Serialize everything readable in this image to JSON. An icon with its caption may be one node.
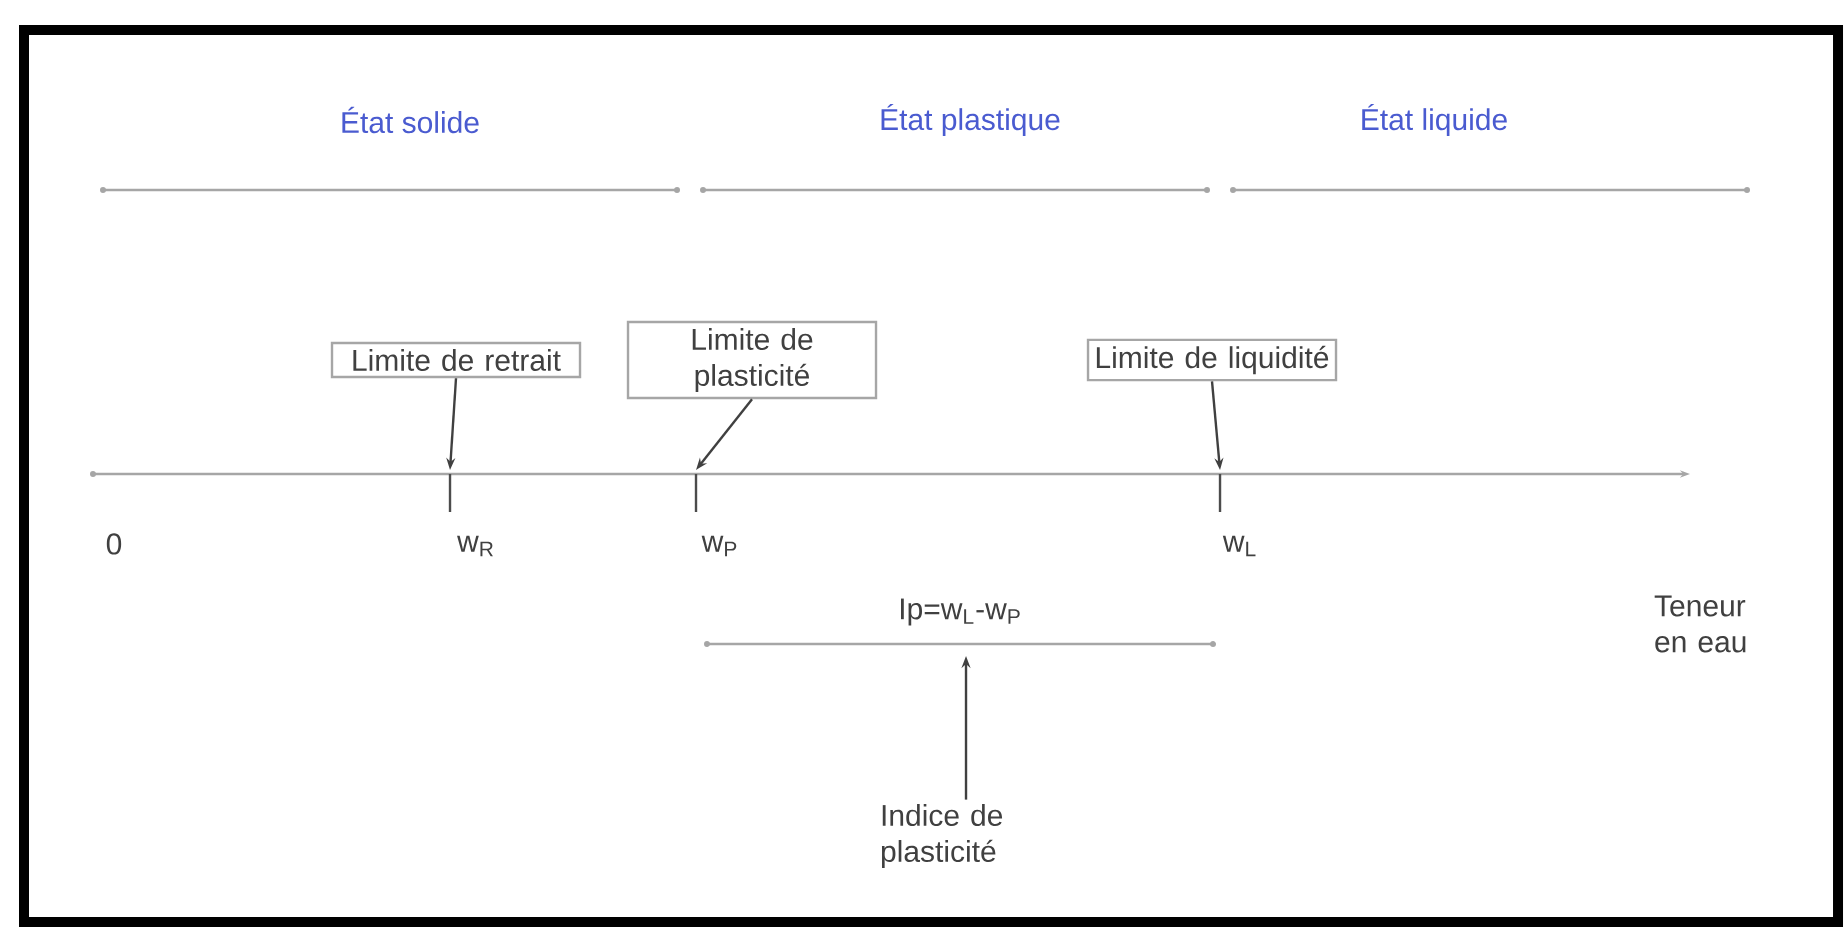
{
  "diagram": {
    "nodes": [
      {
        "text": [
          "Limite de retrait"
        ]
      },
      {
        "text": [
          "Limite de plasticité"
        ]
      },
      {
        "text": [
          "Limite de liquidité"
        ]
      },
      {
        "text": [
          "Indice de plasticité"
        ]
      }
    ],
    "edges": [
      {
        "from": 0,
        "to": null,
        "arrow": "to"
      },
      {
        "from": 1,
        "to": null,
        "arrow": "to"
      },
      {
        "from": 2,
        "to": null,
        "arrow": "to"
      },
      {
        "from": 3,
        "to": null,
        "arrow": "to"
      }
    ],
    "labels": [
      "État solide",
      "État plastique",
      "État liquide",
      "0",
      "w$_{R}$",
      "w$_{P}$",
      "w$_{L}$",
      "Teneur en eau",
      "Ip=w$_{L}$-w$_{P}$"
    ]
  }
}
